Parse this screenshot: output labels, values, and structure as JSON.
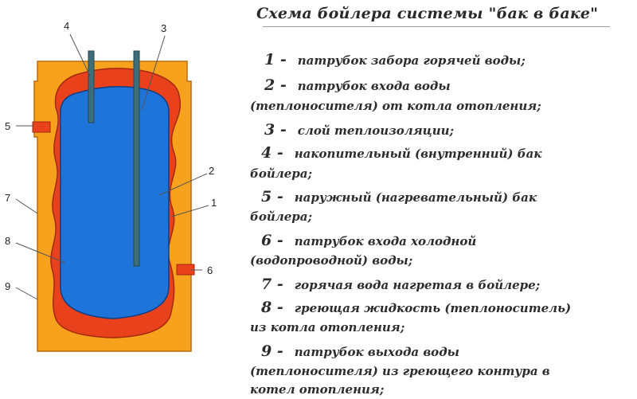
{
  "title": "Схема бойлера системы \"бак в баке\"",
  "colors": {
    "outer_tank": "#f6a21d",
    "heating_fluid": "#e8411c",
    "inner_water": "#1e74d8",
    "pipe": "#3d6e79",
    "outline": "#8a3a10"
  },
  "callouts": [
    "1",
    "2",
    "3",
    "4",
    "5",
    "6",
    "7",
    "8",
    "9"
  ],
  "legend": [
    {
      "num": "1 -",
      "line1": "патрубок забора горячей воды;",
      "line2": ""
    },
    {
      "num": "2 -",
      "line1": "патрубок входа воды",
      "line2": "(теплоносителя) от котла отопления;"
    },
    {
      "num": "3 -",
      "line1": "слой теплоизоляции;",
      "line2": ""
    },
    {
      "num": "4 -",
      "line1": "накопительный (внутренний) бак",
      "line2": "бойлера;"
    },
    {
      "num": "5 -",
      "line1": "наружный (нагревательный) бак",
      "line2": "бойлера;"
    },
    {
      "num": "6 -",
      "line1": "патрубок входа холодной",
      "line2": "(водопроводной) воды;"
    },
    {
      "num": "7 -",
      "line1": "горячая вода нагретая в бойлере;",
      "line2": ""
    },
    {
      "num": "8 -",
      "line1": "греющая жидкость (теплоноситель)",
      "line2": "из котла отопления;"
    },
    {
      "num": "9 -",
      "line1": "патрубок выхода воды",
      "line2": "(теплоносителя) из греющего контура в"
    }
  ],
  "legend_tail": "котел отопления;"
}
